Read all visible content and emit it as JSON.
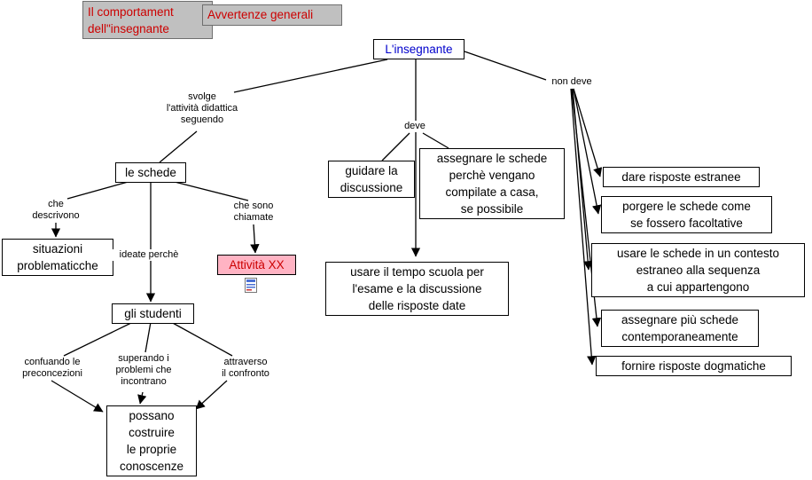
{
  "colors": {
    "title_background": "#c0c0c0",
    "title_text": "#cc0000",
    "concept_text_blue": "#0000cc",
    "activity_background": "#ffb3c3",
    "activity_text": "#cc0000",
    "line": "#000000",
    "canvas_background": "#ffffff"
  },
  "titles": {
    "main": "Il comportament\ndell\"insegnante",
    "secondary": "Avvertenze generali"
  },
  "nodes": {
    "insegnante": "L'insegnante",
    "le_schede": "le schede",
    "situazioni": "situazioni\nproblematicche",
    "attivita": "Attività XX",
    "studenti": "gli studenti",
    "possano": "possano\ncostruire\nle proprie\nconoscenze",
    "guidare": "guidare la\ndiscussione",
    "assegnare_casa": "assegnare le schede\nperchè vengano\ncompilate a casa,\nse possibile",
    "usare_tempo": "usare il tempo scuola per\nl'esame e la discussione\ndelle risposte date",
    "dare_risposte": "dare risposte estranee",
    "porgere": "porgere le schede come\nse fossero facoltative",
    "contesto": "usare le schede in un contesto\nestraneo alla sequenza\na cui appartengono",
    "piu_schede": "assegnare più schede\ncontemporaneamente",
    "dogmatiche": "fornire risposte dogmatiche"
  },
  "labels": {
    "svolge": "svolge\nl'attività didattica\nseguendo",
    "che_descrivono": "che\ndescrivono",
    "ideate": "ideate perchè",
    "che_sono": "che sono\nchiamate",
    "deve": "deve",
    "non_deve": "non deve",
    "confuando": "confuando le\npreconcezioni",
    "superando": "superando i\nproblemi che\nincontrano",
    "attraverso": "attraverso\nil confronto"
  },
  "icons": {
    "resource": "resource-icon"
  }
}
